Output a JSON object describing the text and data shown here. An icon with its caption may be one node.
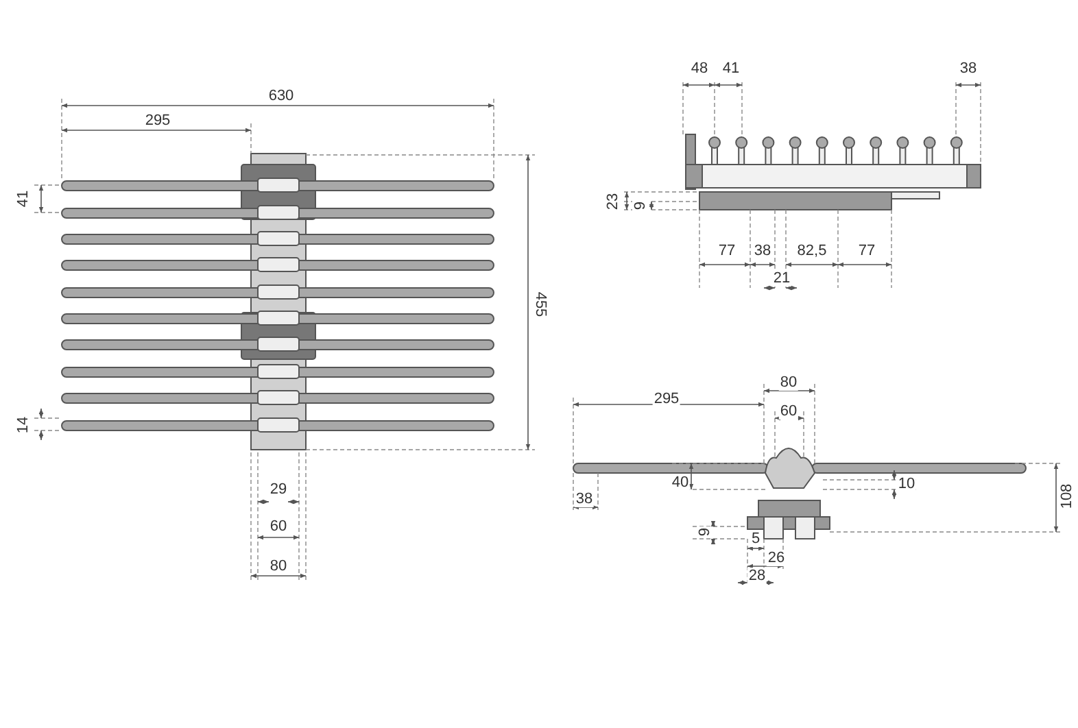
{
  "diagram": {
    "labels": [
      "630",
      "295",
      "48",
      "41",
      "38",
      "41",
      "23",
      "9",
      "455",
      "77",
      "38",
      "82,5",
      "77",
      "21",
      "80",
      "295",
      "60",
      "14",
      "40",
      "10",
      "108",
      "29",
      "38",
      "9",
      "60",
      "5",
      "26",
      "28",
      "80"
    ]
  }
}
